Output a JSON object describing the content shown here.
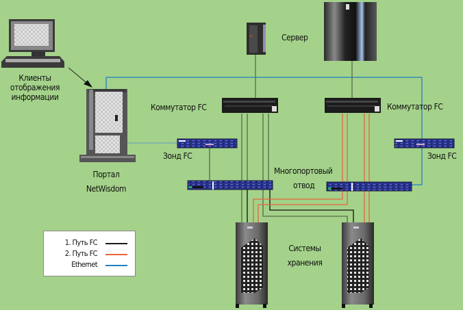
{
  "colors": {
    "background": "#a4d28a",
    "fc_path_1": "#1a1a1a",
    "fc_path_2": "#e8643c",
    "ethernet": "#1f7fc4",
    "device_link": "#556b4a"
  },
  "labels": {
    "clients": [
      "Клиенты",
      "отображения",
      "информации"
    ],
    "server": "Сервер",
    "switch_left": "Коммутатор FC",
    "switch_right": "Коммутатор FC",
    "probe_left": "Зонд FC",
    "probe_right": "Зонд FC",
    "tap": [
      "Многопортовый",
      "отвод"
    ],
    "portal": [
      "Портал",
      "NetWisdom"
    ],
    "storage": [
      "Системы",
      "хранения"
    ]
  },
  "legend": {
    "items": [
      {
        "label": "1. Путь FC",
        "color": "#1a1a1a"
      },
      {
        "label": "2. Путь FC",
        "color": "#e8643c"
      },
      {
        "label": "Ethernet",
        "color": "#1f7fc4"
      }
    ]
  },
  "devices": [
    {
      "id": "client-workstation",
      "icon": "desktop-computer-icon"
    },
    {
      "id": "server-small",
      "icon": "server-tower-icon"
    },
    {
      "id": "server-large",
      "icon": "server-rack-icon"
    },
    {
      "id": "switch-left",
      "icon": "fc-switch-icon"
    },
    {
      "id": "switch-right",
      "icon": "fc-switch-icon"
    },
    {
      "id": "portal",
      "icon": "portal-tower-icon"
    },
    {
      "id": "probe-left",
      "icon": "fc-probe-icon"
    },
    {
      "id": "probe-right",
      "icon": "fc-probe-icon"
    },
    {
      "id": "tap-left",
      "icon": "multiport-tap-icon"
    },
    {
      "id": "tap-right",
      "icon": "multiport-tap-icon"
    },
    {
      "id": "storage-left",
      "icon": "storage-array-icon"
    },
    {
      "id": "storage-right",
      "icon": "storage-array-icon"
    }
  ]
}
